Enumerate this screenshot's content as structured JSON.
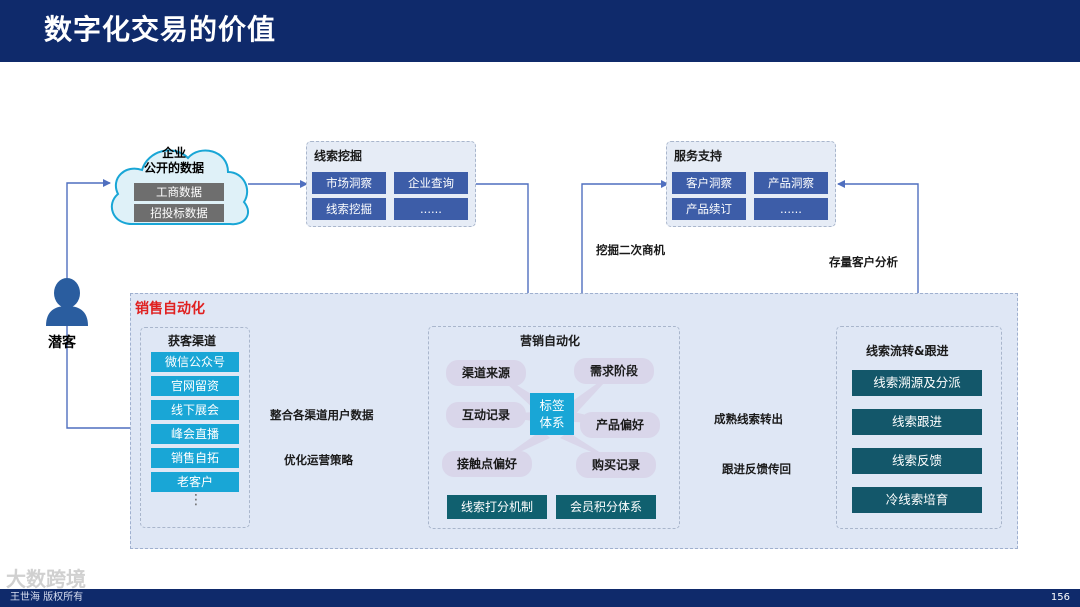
{
  "header": {
    "title": "数字化交易的价值"
  },
  "footer": {
    "left_text": "王世海 版权所有",
    "page_number": "156",
    "watermark": "大数跨境"
  },
  "colors": {
    "header_bg": "#0f2a6b",
    "sales_title": "#e02020",
    "chip_blue": "#3d5da8",
    "chip_cyan": "#19a6d6",
    "chip_teal": "#13576a",
    "lavender": "#d9d6ea"
  },
  "cloud": {
    "title_line1": "企业",
    "title_line2": "公开的数据",
    "items": [
      "工商数据",
      "招投标数据"
    ]
  },
  "mining": {
    "title": "线索挖掘",
    "items": [
      "市场洞察",
      "企业查询",
      "线索挖掘",
      "......"
    ]
  },
  "service": {
    "title": "服务支持",
    "items": [
      "客户洞察",
      "产品洞察",
      "产品续订",
      "......"
    ]
  },
  "prospect": {
    "label": "潜客",
    "icon": "person-icon"
  },
  "sales": {
    "title": "销售自动化"
  },
  "channels": {
    "title": "获客渠道",
    "items": [
      "微信公众号",
      "官网留资",
      "线下展会",
      "峰会直播",
      "销售自拓",
      "老客户"
    ],
    "more": "⋮"
  },
  "marketing": {
    "title": "营销自动化",
    "center": "标签\n体系",
    "tags": [
      "渠道来源",
      "需求阶段",
      "互动记录",
      "产品偏好",
      "接触点偏好",
      "购买记录"
    ],
    "buttons": [
      "线索打分机制",
      "会员积分体系"
    ]
  },
  "leads": {
    "title": "线索流转&跟进",
    "items": [
      "线索溯源及分派",
      "线索跟进",
      "线索反馈",
      "冷线索培育"
    ]
  },
  "connectors": {
    "integrate": "整合各渠道用户数据",
    "optimize": "优化运营策略",
    "mature": "成熟线索转出",
    "feedback": "跟进反馈传回",
    "second": "挖掘二次商机",
    "stock": "存量客户分析"
  }
}
